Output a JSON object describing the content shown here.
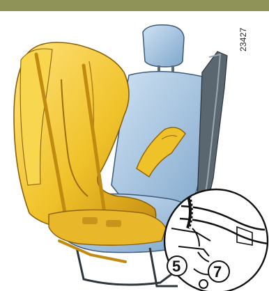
{
  "figure": {
    "code": "23427",
    "callouts": [
      "5",
      "7"
    ]
  },
  "colors": {
    "band": "#8f9358",
    "child_seat": "#f0c22a",
    "child_seat_shadow": "#c8951a",
    "vehicle_seat": "#a9c9e6",
    "vehicle_seat_shadow": "#6f94b8",
    "frame": "#4c5257"
  }
}
